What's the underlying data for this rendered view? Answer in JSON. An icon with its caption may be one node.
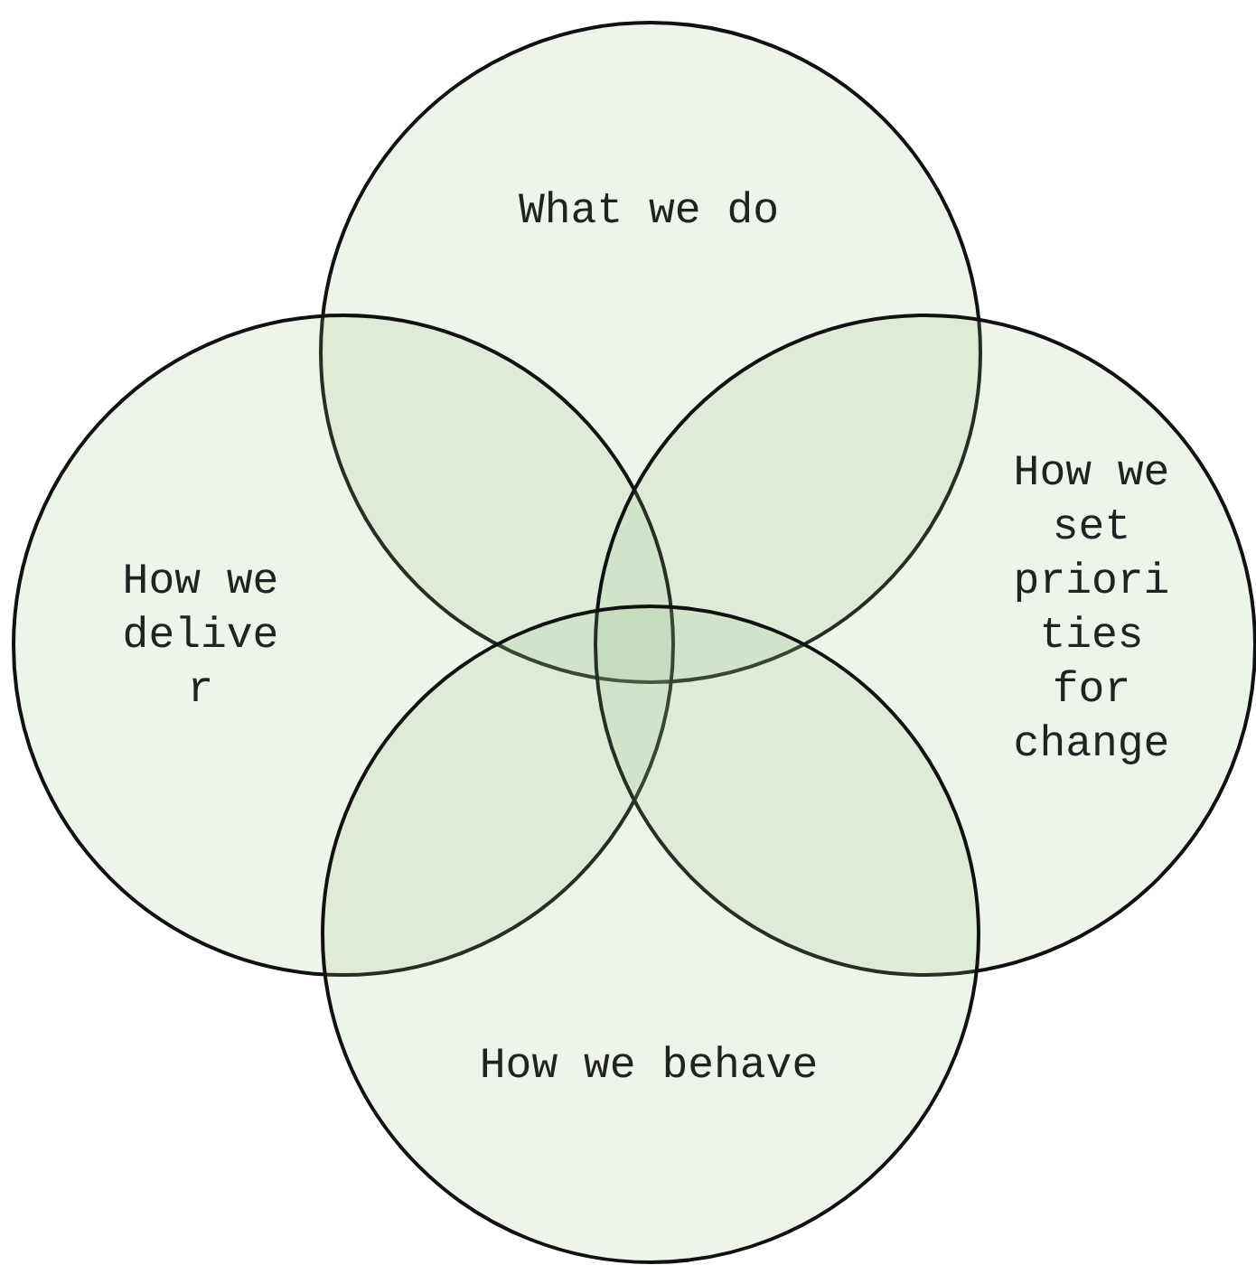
{
  "diagram": {
    "nodes": [
      {
        "text": [
          "What we do"
        ]
      },
      {
        "text": [
          "How we deliver"
        ]
      },
      {
        "text": [
          "How we set priorities for change"
        ]
      },
      {
        "text": [
          "How we behave"
        ]
      }
    ]
  }
}
